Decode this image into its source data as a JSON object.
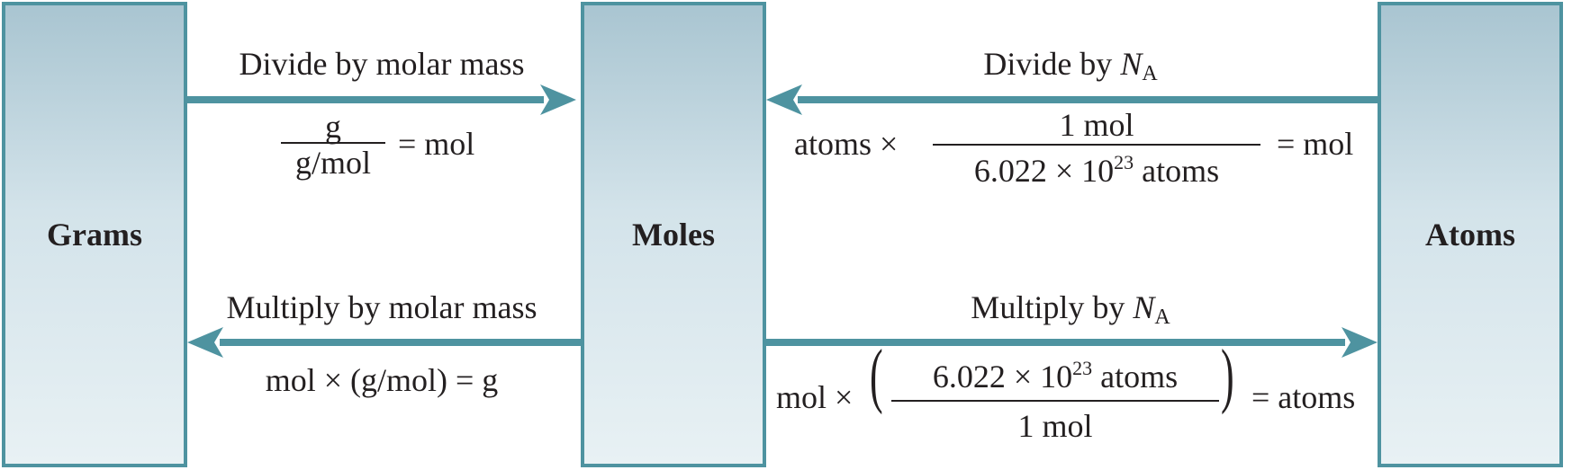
{
  "boxes": {
    "grams": "Grams",
    "moles": "Moles",
    "atoms": "Atoms"
  },
  "arrows": {
    "grams_to_moles": {
      "label": "Divide by molar mass",
      "numerator": "g",
      "denominator": "g/mol",
      "result": "= mol"
    },
    "moles_to_grams": {
      "label": "Multiply by molar mass",
      "equation": "mol × (g/mol) = g"
    },
    "atoms_to_moles": {
      "label_prefix": "Divide by",
      "label_symbol": "N",
      "label_subscript": "A",
      "lead": "atoms ×",
      "numerator": "1 mol",
      "denominator_base": "6.022 × 10",
      "denominator_exp": "23",
      "denominator_unit": " atoms",
      "result": "= mol"
    },
    "moles_to_atoms": {
      "label_prefix": "Multiply by",
      "label_symbol": "N",
      "label_subscript": "A",
      "lead": "mol ×",
      "numerator_base": "6.022 × 10",
      "numerator_exp": "23",
      "numerator_unit": " atoms",
      "denominator": "1 mol",
      "result": "= atoms"
    }
  },
  "colors": {
    "arrow": "#4e93a0",
    "box_border": "#4e93a0",
    "box_fill_top": "#a9c5d1",
    "box_fill_bottom": "#e8f1f4"
  }
}
